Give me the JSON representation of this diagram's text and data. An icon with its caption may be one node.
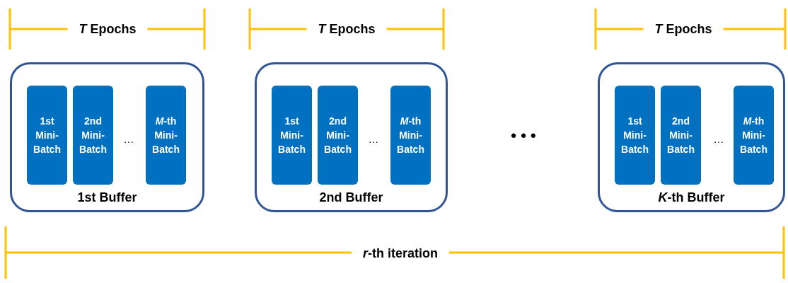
{
  "diagram": {
    "nodes": [
      {
        "text": [
          "1st Buffer"
        ]
      },
      {
        "text": [
          "1st Mini-Batch"
        ],
        "in": 0
      },
      {
        "text": [
          "2nd Mini-Batch"
        ],
        "in": 0
      },
      {
        "text": [
          "*M*-th Mini-Batch"
        ],
        "in": 0
      },
      {
        "text": [
          "2nd Buffer"
        ]
      },
      {
        "text": [
          "1st Mini-Batch"
        ],
        "in": 4
      },
      {
        "text": [
          "2nd Mini-Batch"
        ],
        "in": 4
      },
      {
        "text": [
          "*M*-th Mini-Batch"
        ],
        "in": 4
      },
      {
        "text": [
          "*K*-th Buffer"
        ]
      },
      {
        "text": [
          "1st Mini-Batch"
        ],
        "in": 8
      },
      {
        "text": [
          "2nd Mini-Batch"
        ],
        "in": 8
      },
      {
        "text": [
          "*M*-th Mini-Batch"
        ],
        "in": 8
      }
    ],
    "edges": [],
    "labels": [
      "*T* Epochs",
      "*T* Epochs",
      "*T* Epochs",
      "…",
      "…",
      "• • •",
      "…",
      "*r*-th iteration"
    ]
  }
}
